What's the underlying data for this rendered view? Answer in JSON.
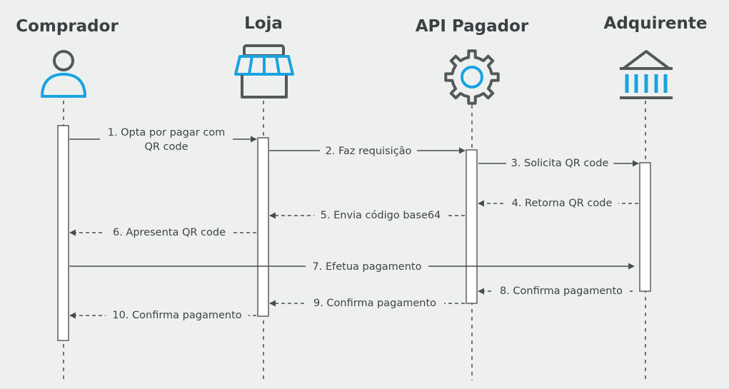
{
  "actors": [
    {
      "id": "comprador",
      "title": "Comprador",
      "icon": "person-icon"
    },
    {
      "id": "loja",
      "title": "Loja",
      "icon": "store-icon"
    },
    {
      "id": "api",
      "title": "API Pagador",
      "icon": "gear-icon"
    },
    {
      "id": "adquirente",
      "title": "Adquirente",
      "icon": "bank-icon"
    }
  ],
  "messages": [
    {
      "step": 1,
      "text": [
        "1. Opta por pagar com",
        "QR code"
      ],
      "from": "comprador",
      "to": "loja",
      "style": "solid"
    },
    {
      "step": 2,
      "text": [
        "2. Faz requisição"
      ],
      "from": "loja",
      "to": "api",
      "style": "solid"
    },
    {
      "step": 3,
      "text": [
        "3. Solicita QR code"
      ],
      "from": "api",
      "to": "adquirente",
      "style": "solid"
    },
    {
      "step": 4,
      "text": [
        "4. Retorna QR code"
      ],
      "from": "adquirente",
      "to": "api",
      "style": "dashed"
    },
    {
      "step": 5,
      "text": [
        "5. Envia código base64"
      ],
      "from": "api",
      "to": "loja",
      "style": "dashed"
    },
    {
      "step": 6,
      "text": [
        "6. Apresenta QR code"
      ],
      "from": "loja",
      "to": "comprador",
      "style": "dashed"
    },
    {
      "step": 7,
      "text": [
        "7. Efetua pagamento"
      ],
      "from": "comprador",
      "to": "adquirente",
      "style": "solid"
    },
    {
      "step": 8,
      "text": [
        "8. Confirma pagamento"
      ],
      "from": "adquirente",
      "to": "api",
      "style": "dashed"
    },
    {
      "step": 9,
      "text": [
        "9. Confirma pagamento"
      ],
      "from": "api",
      "to": "loja",
      "style": "dashed"
    },
    {
      "step": 10,
      "text": [
        "10. Confirma pagamento"
      ],
      "from": "loja",
      "to": "comprador",
      "style": "dashed"
    }
  ],
  "colors": {
    "accent": "#1aa3e0",
    "line": "#4a4d50",
    "icon": "#55585b",
    "background": "#eef0ef"
  }
}
